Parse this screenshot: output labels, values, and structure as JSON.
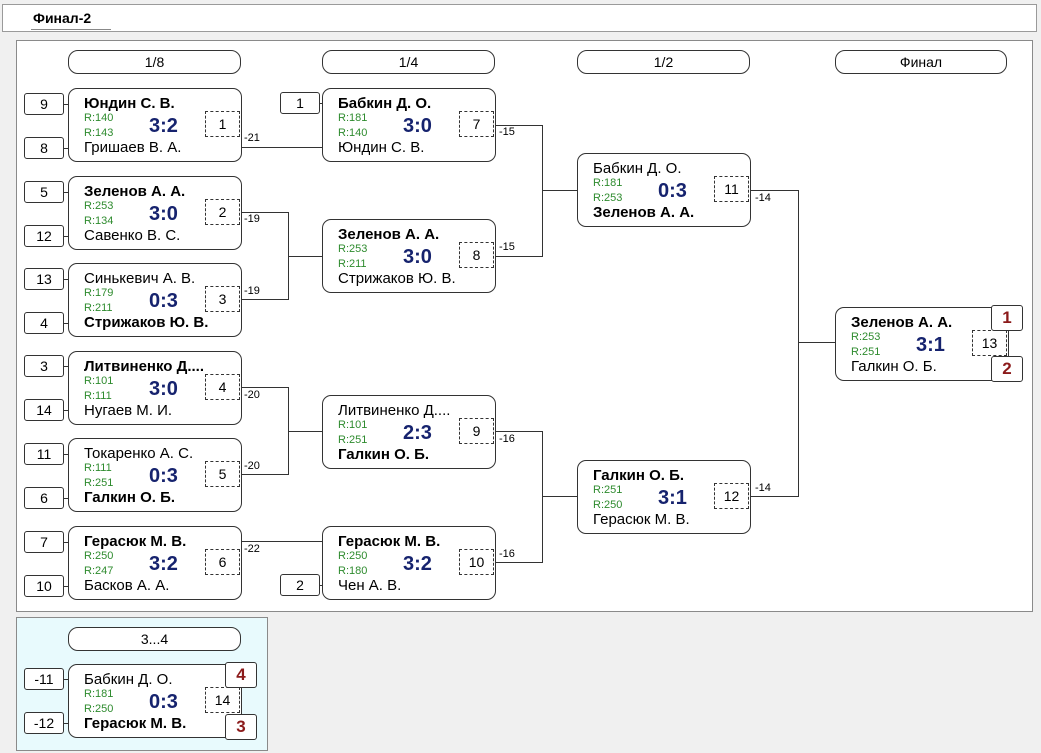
{
  "title": "Финал-2",
  "rounds": {
    "r8": "1/8",
    "r4": "1/4",
    "r2": "1/2",
    "final": "Финал",
    "third": "3...4"
  },
  "seeds": {
    "s9": "9",
    "s8": "8",
    "s5": "5",
    "s12": "12",
    "s13": "13",
    "s4": "4",
    "s3": "3",
    "s14": "14",
    "s11": "11",
    "s6": "6",
    "s7": "7",
    "s10": "10",
    "q1": "1",
    "q2": "2",
    "t1": "-11",
    "t2": "-12"
  },
  "matches": {
    "m1": {
      "p1": "Юндин С. В.",
      "r1": "R:140",
      "r2": "R:143",
      "score": "3:2",
      "num": "1",
      "p2": "Гришаев В. А.",
      "lose": "-21"
    },
    "m2": {
      "p1": "Зеленов А. А.",
      "r1": "R:253",
      "r2": "R:134",
      "score": "3:0",
      "num": "2",
      "p2": "Савенко В. С.",
      "lose": "-19"
    },
    "m3": {
      "p1": "Синькевич А. В.",
      "r1": "R:179",
      "r2": "R:211",
      "score": "0:3",
      "num": "3",
      "p2": "Стрижаков Ю. В.",
      "lose": "-19"
    },
    "m4": {
      "p1": "Литвиненко Д....",
      "r1": "R:101",
      "r2": "R:111",
      "score": "3:0",
      "num": "4",
      "p2": "Нугаев М. И.",
      "lose": "-20"
    },
    "m5": {
      "p1": "Токаренко А. С.",
      "r1": "R:111",
      "r2": "R:251",
      "score": "0:3",
      "num": "5",
      "p2": "Галкин О. Б.",
      "lose": "-20"
    },
    "m6": {
      "p1": "Герасюк М. В.",
      "r1": "R:250",
      "r2": "R:247",
      "score": "3:2",
      "num": "6",
      "p2": "Басков А. А.",
      "lose": "-22"
    },
    "m7": {
      "p1": "Бабкин Д. О.",
      "r1": "R:181",
      "r2": "R:140",
      "score": "3:0",
      "num": "7",
      "p2": "Юндин С. В.",
      "lose": "-15"
    },
    "m8": {
      "p1": "Зеленов А. А.",
      "r1": "R:253",
      "r2": "R:211",
      "score": "3:0",
      "num": "8",
      "p2": "Стрижаков Ю. В.",
      "lose": "-15"
    },
    "m9": {
      "p1": "Литвиненко Д....",
      "r1": "R:101",
      "r2": "R:251",
      "score": "2:3",
      "num": "9",
      "p2": "Галкин О. Б.",
      "lose": "-16"
    },
    "m10": {
      "p1": "Герасюк М. В.",
      "r1": "R:250",
      "r2": "R:180",
      "score": "3:2",
      "num": "10",
      "p2": "Чен А. В.",
      "lose": "-16"
    },
    "m11": {
      "p1": "Бабкин Д. О.",
      "r1": "R:181",
      "r2": "R:253",
      "score": "0:3",
      "num": "11",
      "p2": "Зеленов А. А.",
      "lose": "-14"
    },
    "m12": {
      "p1": "Галкин О. Б.",
      "r1": "R:251",
      "r2": "R:250",
      "score": "3:1",
      "num": "12",
      "p2": "Герасюк М. В.",
      "lose": "-14"
    },
    "m13": {
      "p1": "Зеленов А. А.",
      "r1": "R:253",
      "r2": "R:251",
      "score": "3:1",
      "num": "13",
      "p2": "Галкин О. Б."
    },
    "m14": {
      "p1": "Бабкин Д. О.",
      "r1": "R:181",
      "r2": "R:250",
      "score": "0:3",
      "num": "14",
      "p2": "Герасюк М. В."
    }
  },
  "places": {
    "final_1": "1",
    "final_2": "2",
    "third_4": "4",
    "third_3": "3"
  }
}
